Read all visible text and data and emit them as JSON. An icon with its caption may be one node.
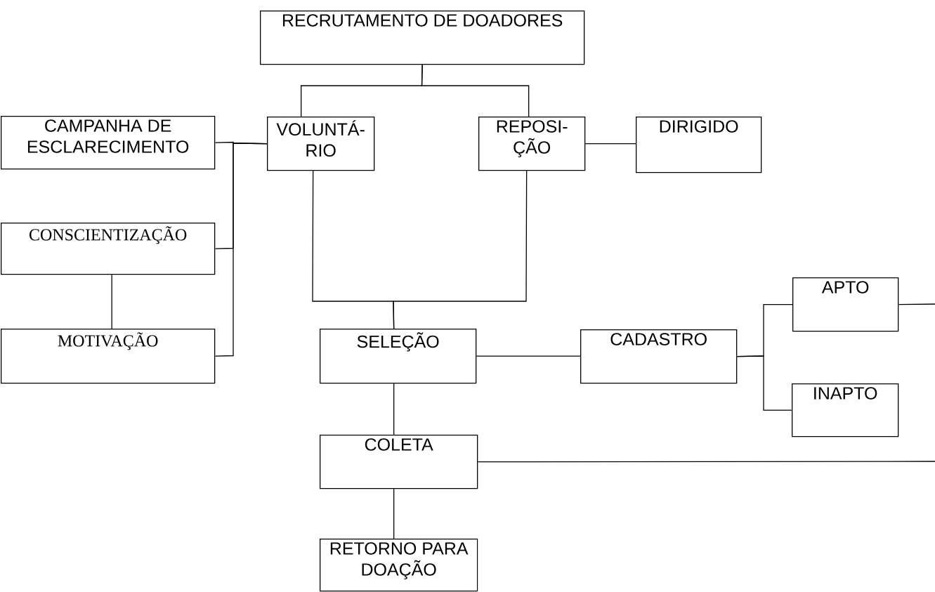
{
  "diagram": {
    "nodes": [
      {
        "text": [
          "RECRUTAMENTO DE DOADORES"
        ]
      },
      {
        "text": [
          "CAMPANHA DE ESCLARECIMENTO"
        ]
      },
      {
        "text": [
          "VOLUNTÁ-RIO"
        ]
      },
      {
        "text": [
          "REPOSI-ÇÃO"
        ]
      },
      {
        "text": [
          "DIRIGIDO"
        ]
      },
      {
        "text": [
          "CONSCIENTIZAÇÃO"
        ]
      },
      {
        "text": [
          "MOTIVAÇÃO"
        ]
      },
      {
        "text": [
          "SELEÇÃO"
        ]
      },
      {
        "text": [
          "CADASTRO"
        ]
      },
      {
        "text": [
          "APTO"
        ]
      },
      {
        "text": [
          "INAPTO"
        ]
      },
      {
        "text": [
          "COLETA"
        ]
      },
      {
        "text": [
          "RETORNO PARA DOAÇÃO"
        ]
      }
    ],
    "edges": [
      {
        "from": 0,
        "to": 2,
        "arrow": "none"
      },
      {
        "from": 0,
        "to": 3,
        "arrow": "none"
      },
      {
        "from": 1,
        "to": 2,
        "arrow": "none"
      },
      {
        "from": 5,
        "to": 2,
        "arrow": "none"
      },
      {
        "from": 6,
        "to": 2,
        "arrow": "none"
      },
      {
        "from": 5,
        "to": 6,
        "arrow": "none"
      },
      {
        "from": 3,
        "to": 4,
        "arrow": "none"
      },
      {
        "from": 2,
        "to": 7,
        "arrow": "none"
      },
      {
        "from": 3,
        "to": 7,
        "arrow": "none"
      },
      {
        "from": 7,
        "to": 8,
        "arrow": "none"
      },
      {
        "from": 8,
        "to": 9,
        "arrow": "none"
      },
      {
        "from": 8,
        "to": 10,
        "arrow": "none"
      },
      {
        "from": 9,
        "to": null,
        "arrow": "none"
      },
      {
        "from": 7,
        "to": 11,
        "arrow": "none"
      },
      {
        "from": 11,
        "to": 12,
        "arrow": "none"
      },
      {
        "from": 11,
        "to": null,
        "arrow": "none"
      }
    ]
  }
}
